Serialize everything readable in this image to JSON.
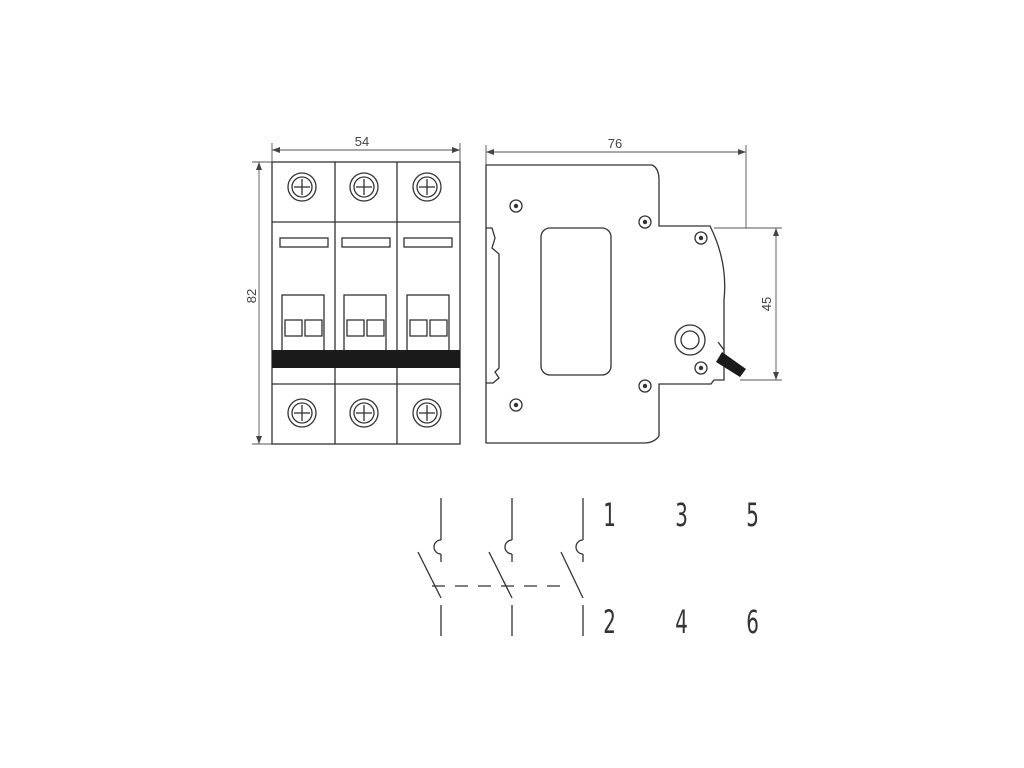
{
  "dimensions": {
    "width": "54",
    "height": "82",
    "depth": "76",
    "front_height": "45"
  },
  "terminals": {
    "top": [
      "1",
      "3",
      "5"
    ],
    "bottom": [
      "2",
      "4",
      "6"
    ]
  },
  "colors": {
    "line": "#333333",
    "fill": "#1a1a1a"
  }
}
